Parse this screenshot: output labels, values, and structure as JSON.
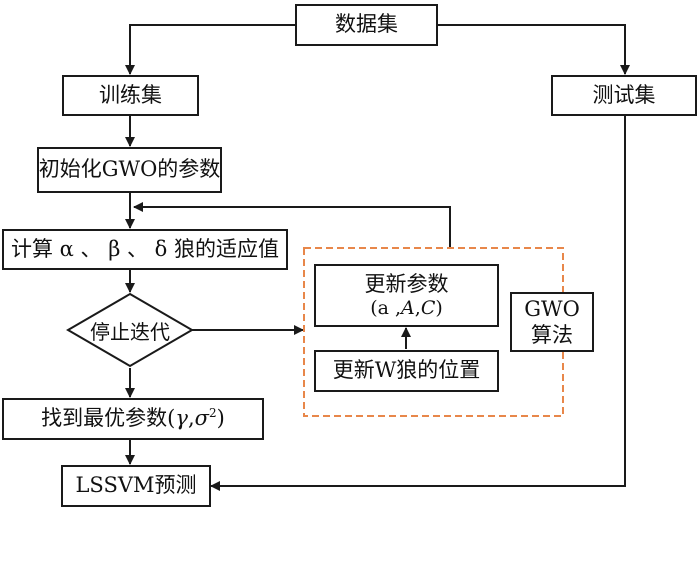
{
  "nodes": {
    "dataset": "数据集",
    "train_set": "训练集",
    "test_set": "测试集",
    "init_gwo": "初始化GWO的参数",
    "compute_fitness": "计算 α 、 β 、 δ 狼的适应值",
    "stop_iter": "停止迭代",
    "best_params_prefix": "找到最优参数(",
    "best_params_gamma": "γ",
    "best_params_sep": ",",
    "best_params_sigma": "σ",
    "best_params_exp": "2",
    "best_params_suffix": ")",
    "lssvm_predict": "LSSVM预测",
    "update_params_line1": "更新参数",
    "update_params_line2_prefix": "(a ,",
    "update_params_A": "A",
    "update_params_comma": ",",
    "update_params_C": "C",
    "update_params_suffix": ")",
    "update_w_wolf": "更新W狼的位置",
    "gwo_label_line1": "GWO",
    "gwo_label_line2": "算法"
  },
  "colors": {
    "line": "#1a1a1a",
    "dashed_border": "#e8874a",
    "background": "#ffffff"
  }
}
